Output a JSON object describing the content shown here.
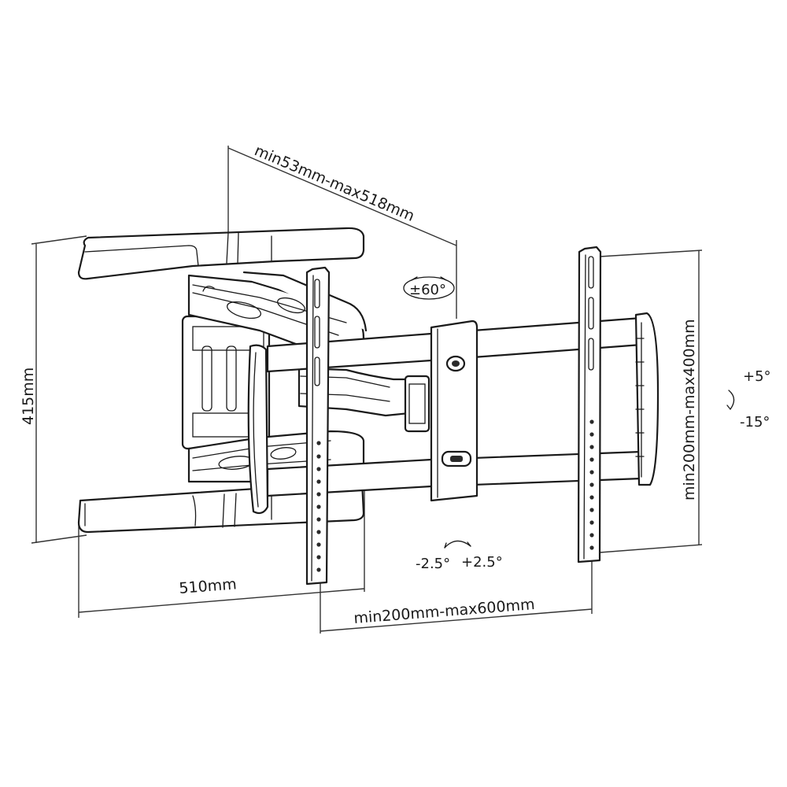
{
  "diagram": {
    "subject": "Full-motion TV wall mount",
    "colors": {
      "line": "#1a1a1a",
      "background": "#ffffff"
    },
    "dimensions": {
      "arm_extension": "min53mm-max518mm",
      "wall_plate_height": "415mm",
      "wall_plate_width": "510mm",
      "vesa_horizontal": "min200mm-max600mm",
      "vesa_vertical": "min200mm-max400mm"
    },
    "angles": {
      "swivel": "±60°",
      "tilt_up": "+5°",
      "tilt_down": "-15°",
      "rotation_left": "-2.5°",
      "rotation_right": "+2.5°"
    }
  }
}
